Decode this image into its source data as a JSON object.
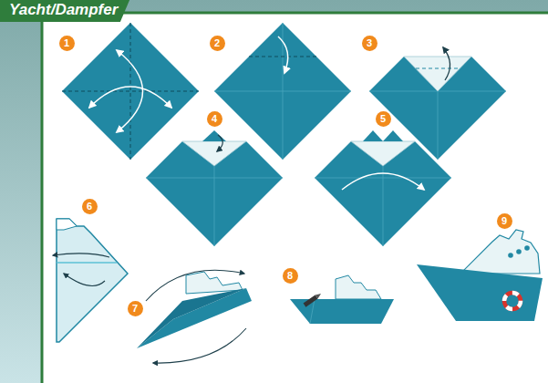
{
  "diagram": {
    "title": "Yacht/Dampfer",
    "nodes": [
      {
        "text": [
          "1"
        ]
      },
      {
        "text": [
          "2"
        ]
      },
      {
        "text": [
          "3"
        ]
      },
      {
        "text": [
          "4"
        ]
      },
      {
        "text": [
          "5"
        ]
      },
      {
        "text": [
          "6"
        ]
      },
      {
        "text": [
          "7"
        ]
      },
      {
        "text": [
          "8"
        ]
      },
      {
        "text": [
          "9"
        ]
      }
    ]
  }
}
